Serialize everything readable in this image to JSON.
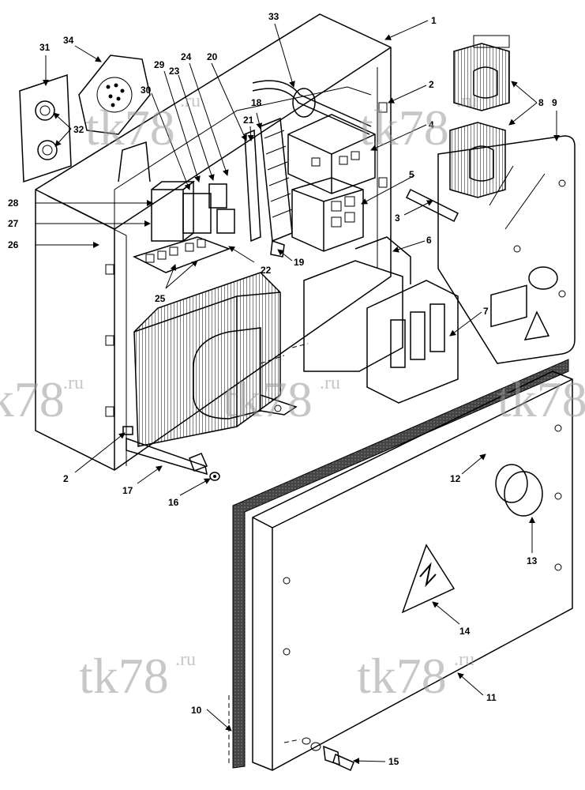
{
  "watermark": {
    "main": "tk78",
    "suffix": ".ru"
  },
  "callouts": [
    "1",
    "2",
    "3",
    "4",
    "5",
    "6",
    "7",
    "8",
    "9",
    "10",
    "11",
    "12",
    "13",
    "14",
    "15",
    "16",
    "17",
    "18",
    "19",
    "20",
    "21",
    "22",
    "23",
    "24",
    "25",
    "26",
    "27",
    "28",
    "29",
    "30",
    "31",
    "32",
    "33",
    "34"
  ],
  "colors": {
    "ink": "#000000",
    "paper": "#ffffff",
    "gasket": "#3a3a3a",
    "watermark": "#9a9a9a"
  }
}
